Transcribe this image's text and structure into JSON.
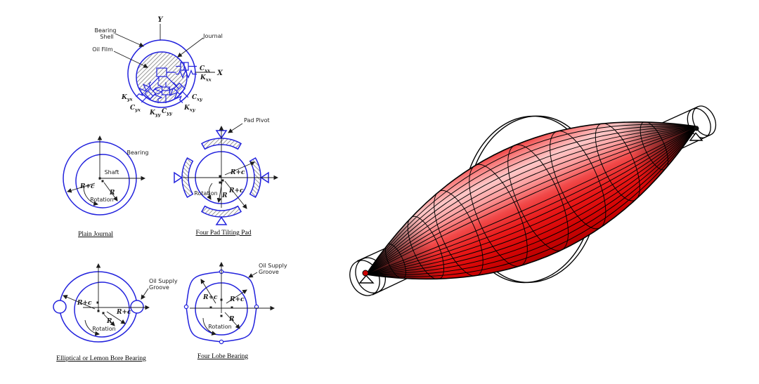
{
  "colors": {
    "diagram_blue": "#2222dd",
    "hatch_gray": "#9a9a9a",
    "mode_red": "#e81414",
    "mode_highlight": "#ffc8c8",
    "mode_dark_red": "#7e0000",
    "support_dot_red": "#cc0000"
  },
  "bearing_model": {
    "y_axis": "Y",
    "x_axis": "X",
    "shell_line1": "Bearing",
    "shell_line2": "Shell",
    "oil_film": "Oil Film",
    "journal": "Journal",
    "coefficients": [
      {
        "base": "C",
        "sub": "xx"
      },
      {
        "base": "K",
        "sub": "xx"
      },
      {
        "base": "K",
        "sub": "yx"
      },
      {
        "base": "C",
        "sub": "yx"
      },
      {
        "base": "K",
        "sub": "yy"
      },
      {
        "base": "C",
        "sub": "yy"
      },
      {
        "base": "C",
        "sub": "xy"
      },
      {
        "base": "K",
        "sub": "xy"
      }
    ]
  },
  "plain_journal": {
    "caption": "Plain Journal",
    "bearing": "Bearing",
    "shaft": "Shaft",
    "r_plus_c": "R+c",
    "r": "R",
    "rotation": "Rotation"
  },
  "four_pad": {
    "caption": "Four Pad Tilting Pad",
    "pad_pivot": "Pad Pivot",
    "r_plus_c1": "R+c",
    "r_plus_c2": "R+c",
    "r": "R",
    "rotation": "Rotation"
  },
  "elliptical": {
    "caption": "Elliptical or Lemon Bore Bearing",
    "oil_supply1": "Oil Supply",
    "oil_supply2": "Groove",
    "r_plus_c1": "R+c",
    "r_plus_c2": "R+c",
    "r": "R",
    "rotation": "Rotation"
  },
  "four_lobe": {
    "caption": "Four Lobe Bearing",
    "oil_supply1": "Oil Supply",
    "oil_supply2": "Groove",
    "r_plus_c1": "R+c",
    "r_plus_c2": "R+c",
    "r": "R",
    "rotation": "Rotation"
  }
}
